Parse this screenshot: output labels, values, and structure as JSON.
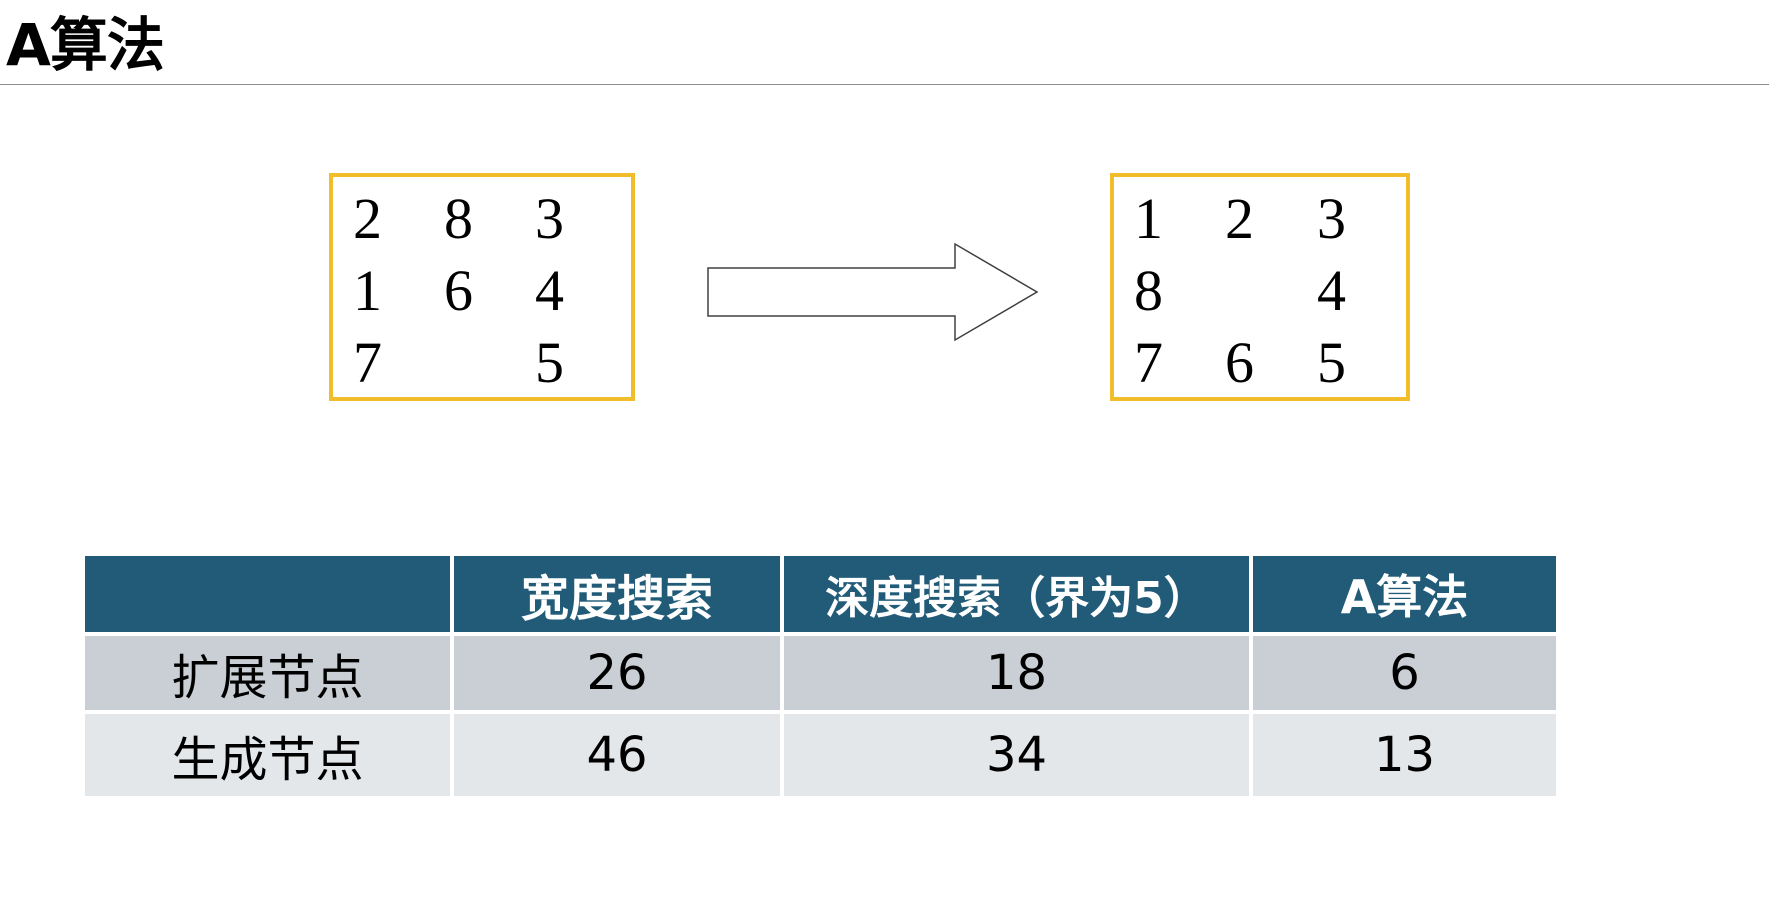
{
  "slide": {
    "title": "A算法"
  },
  "puzzles": {
    "initial": {
      "cells": [
        "2",
        "8",
        "3",
        "1",
        "6",
        "4",
        "7",
        "",
        "5"
      ]
    },
    "goal": {
      "cells": [
        "1",
        "2",
        "3",
        "8",
        "",
        "4",
        "7",
        "6",
        "5"
      ]
    },
    "border_color": "#f2bd2a"
  },
  "arrow": {
    "icon": "right-arrow-icon",
    "direction": "right"
  },
  "table": {
    "header_color": "#215b78",
    "headers": [
      "",
      "宽度搜索",
      "深度搜索（界为5）",
      "A算法"
    ],
    "rows": [
      [
        "扩展节点",
        "26",
        "18",
        "6"
      ],
      [
        "生成节点",
        "46",
        "34",
        "13"
      ]
    ]
  }
}
